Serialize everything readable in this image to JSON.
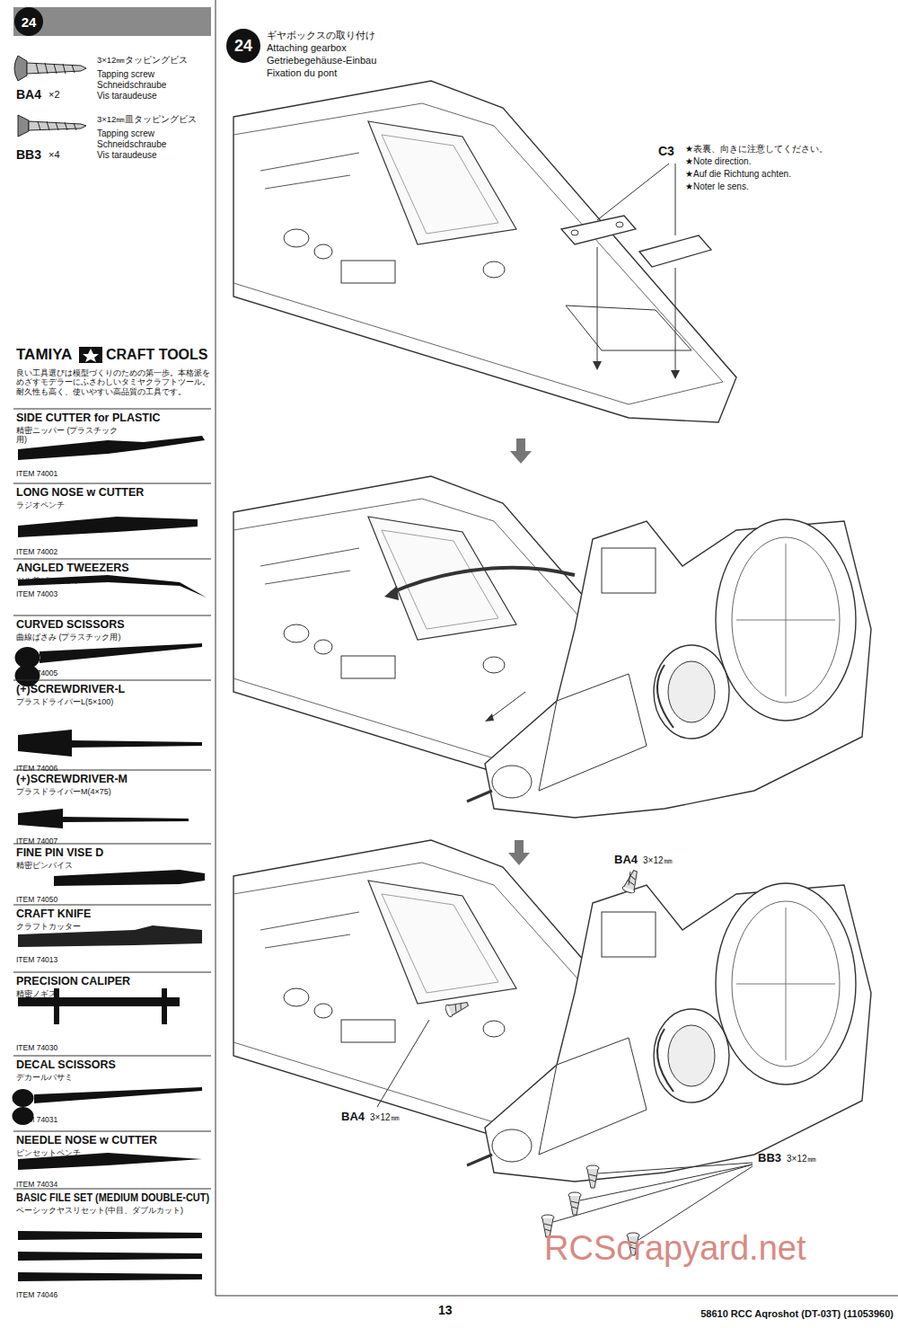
{
  "diagram": {
    "nodes": [
      {
        "text": [
          "24"
        ]
      },
      {
        "text": [
          "24"
        ]
      }
    ],
    "labels": [
      "3×12㎜タッピングビス",
      "Tapping screw",
      "Schneidschraube",
      "Vis taraudeuse",
      "BA4",
      "×2",
      "3×12㎜皿タッピングビス",
      "Tapping screw",
      "Schneidschraube",
      "Vis taraudeuse",
      "BB3",
      "×4",
      "TAMIYA",
      "CRAFT TOOLS",
      "良い工具選びは模型づくりのための第一歩。本格派をめざすモデラーにふさわしいタミヤクラフトツール。耐久性も高く、使いやすい高品質の工具です。",
      "SIDE CUTTER for PLASTIC",
      "精密ニッパー (プラスチック用)",
      "ITEM 74001",
      "LONG NOSE w CUTTER",
      "ラジオペンチ",
      "ITEM 74002",
      "ANGLED TWEEZERS",
      "ツル首ピンセット",
      "ITEM 74003",
      "CURVED SCISSORS",
      "曲線ばさみ (プラスチック用)",
      "ITEM 74005",
      "(+)SCREWDRIVER-L",
      "プラスドライバーL(5×100)",
      "ITEM 74006",
      "(+)SCREWDRIVER-M",
      "プラスドライバーM(4×75)",
      "ITEM 74007",
      "FINE PIN VISE D",
      "精密ピンバイス",
      "ITEM 74050",
      "CRAFT KNIFE",
      "クラフトカッター",
      "ITEM 74013",
      "PRECISION CALIPER",
      "精密ノギス",
      "ITEM 74030",
      "DECAL SCISSORS",
      "デカールバサミ",
      "ITEM 74031",
      "NEEDLE NOSE w CUTTER",
      "ピンセットペンチ",
      "ITEM 74034",
      "BASIC FILE SET (MEDIUM DOUBLE-CUT)",
      "ベーシックヤスリセット(中目、ダブルカット)",
      "ITEM 74046",
      "ギヤボックスの取り付け",
      "Attaching gearbox",
      "Getriebegehäuse-Einbau",
      "Fixation du pont",
      "C3",
      "★表裏、向きに注意してください。",
      "★Note direction.",
      "★Auf die Richtung achten.",
      "★Noter le sens.",
      "BA4",
      "3×12㎜",
      "BA4",
      "3×12㎜",
      "BB3",
      "3×12㎜",
      "13",
      "58610 RCC Aqroshot (DT-03T) (11053960)",
      "RCScrapyard.net"
    ]
  }
}
